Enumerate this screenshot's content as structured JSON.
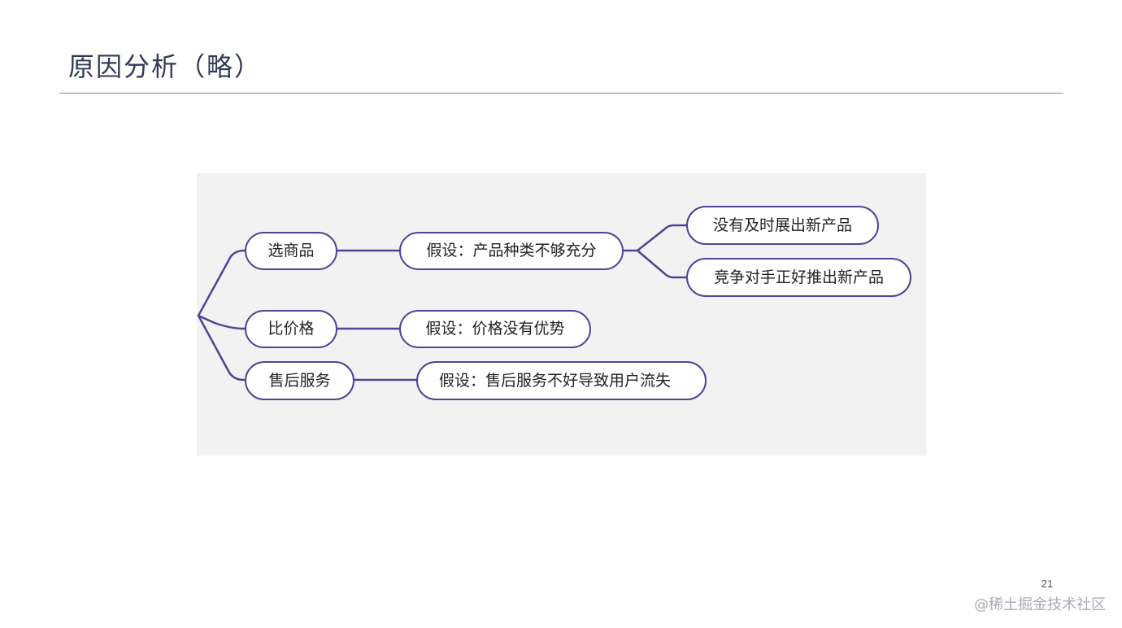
{
  "slide": {
    "title": "原因分析（略）",
    "page_number": "21"
  },
  "mindmap": {
    "branches": [
      {
        "label": "选商品",
        "hypothesis": "假设：产品种类不够充分",
        "details": [
          "没有及时展出新产品",
          "竞争对手正好推出新产品"
        ]
      },
      {
        "label": "比价格",
        "hypothesis": "假设：价格没有优势",
        "details": []
      },
      {
        "label": "售后服务",
        "hypothesis": "假设：售后服务不好导致用户流失",
        "details": []
      }
    ],
    "colors": {
      "stroke": "#524393",
      "panel_background": "#f2f2f2",
      "node_fill": "#ffffff"
    }
  },
  "watermark": "@稀土掘金技术社区"
}
